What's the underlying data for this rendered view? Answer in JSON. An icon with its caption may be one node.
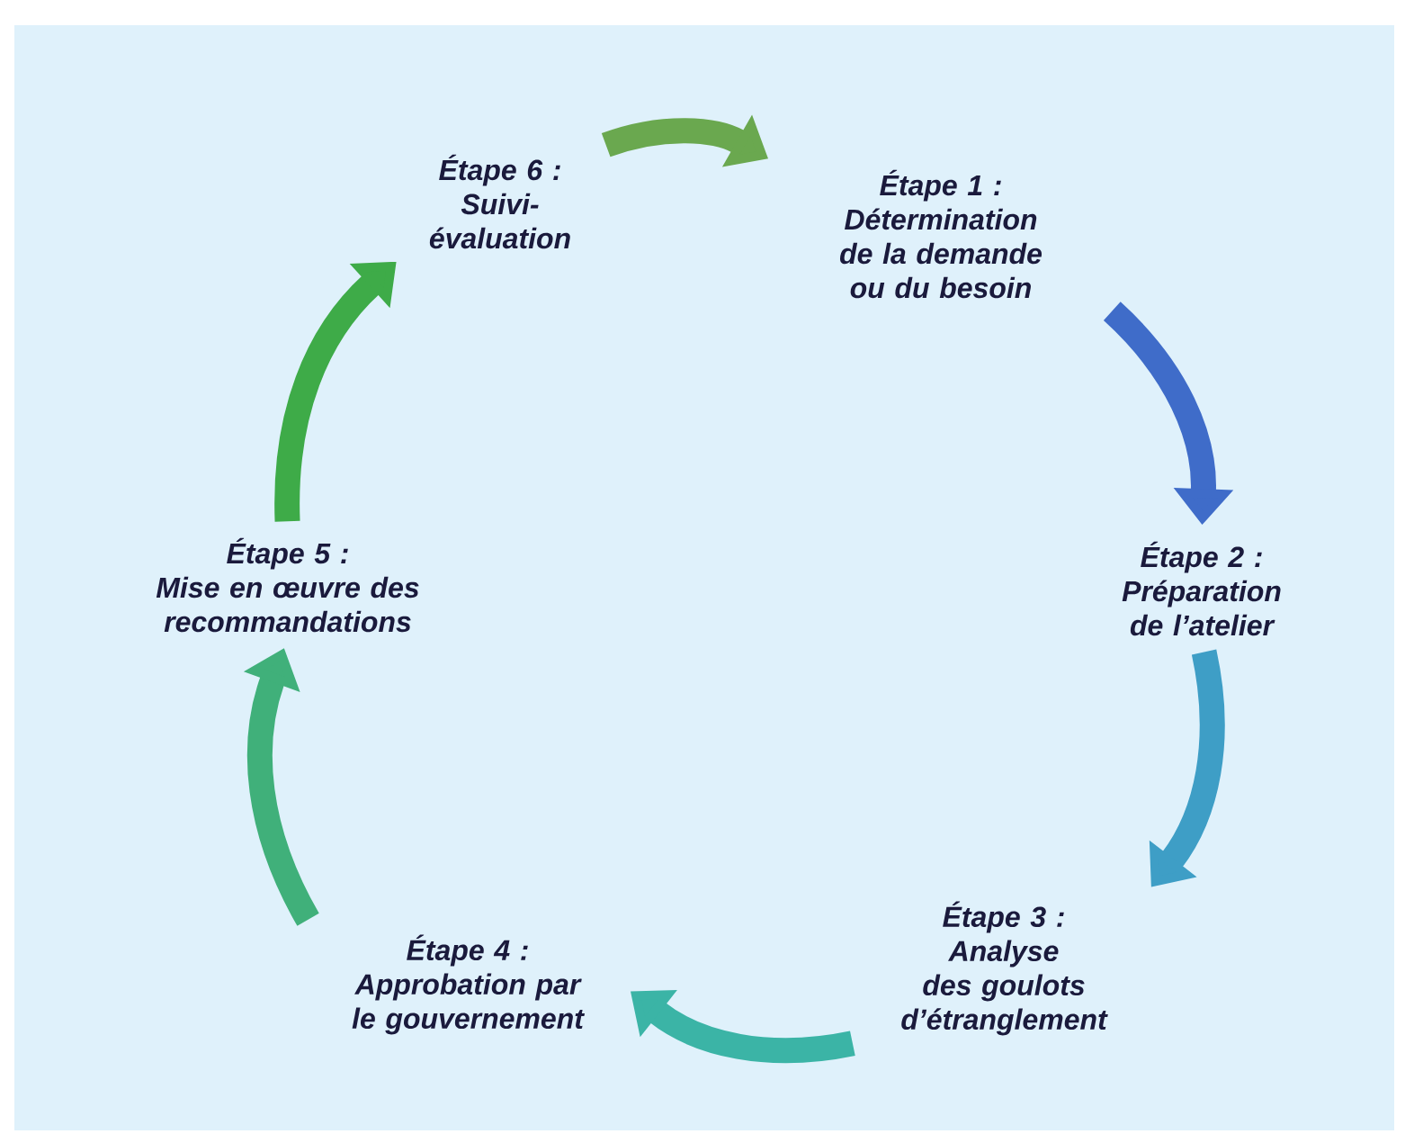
{
  "diagram": {
    "nodes": [
      {
        "text": [
          "Étape 1 :",
          "Détermination de la demande ou du besoin"
        ]
      },
      {
        "text": [
          "Étape 2 :",
          "Préparation de l’atelier"
        ]
      },
      {
        "text": [
          "Étape 3 :",
          "Analyse des goulots d’étranglement"
        ]
      },
      {
        "text": [
          "Étape 4 :",
          "Approbation par le gouvernement"
        ]
      },
      {
        "text": [
          "Étape 5 :",
          "Mise en œuvre des recommandations"
        ]
      },
      {
        "text": [
          "Étape 6 :",
          "Suivi-évaluation"
        ]
      }
    ],
    "edges": [
      {
        "from": 0,
        "to": 1,
        "arrow": "to",
        "color": "#3f6cc9"
      },
      {
        "from": 1,
        "to": 2,
        "arrow": "to",
        "color": "#3e9ec6"
      },
      {
        "from": 2,
        "to": 3,
        "arrow": "to",
        "color": "#3bb4a6"
      },
      {
        "from": 3,
        "to": 4,
        "arrow": "to",
        "color": "#40b07a"
      },
      {
        "from": 4,
        "to": 5,
        "arrow": "to",
        "color": "#3eab48"
      },
      {
        "from": 5,
        "to": 0,
        "arrow": "to",
        "color": "#6aa84f"
      }
    ]
  }
}
